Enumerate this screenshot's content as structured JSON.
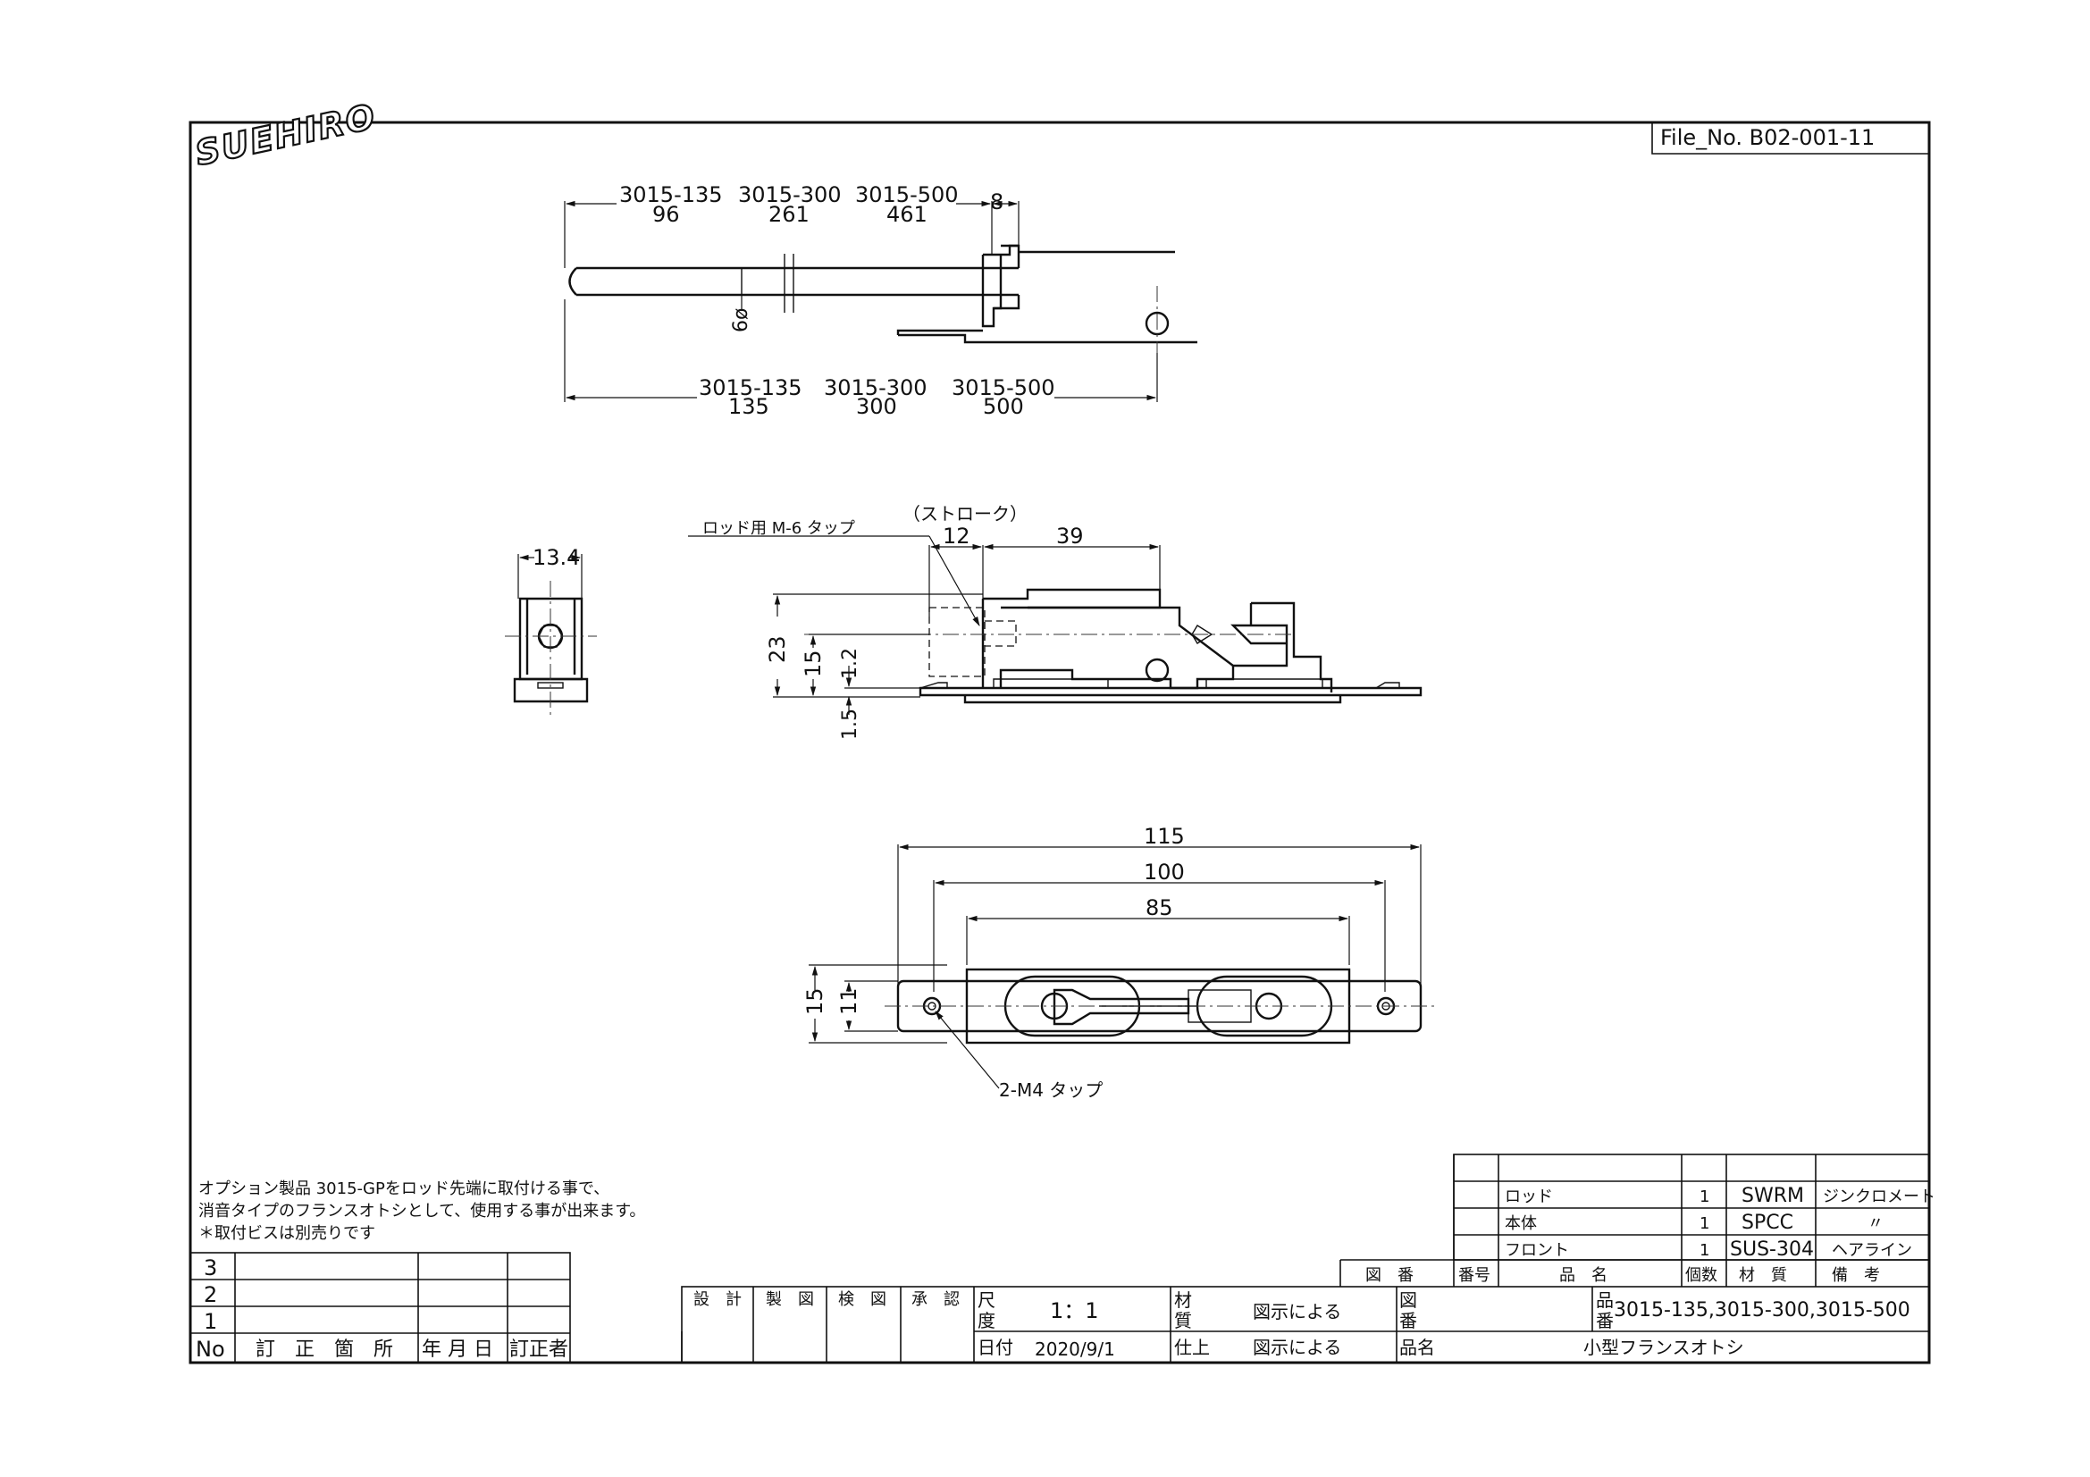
{
  "title_block": {
    "file_no": "File_No. B02-001-11",
    "logo_text": "SUEHIRO",
    "parts_header": {
      "zuban": "図　番",
      "bango": "番号",
      "hinmei": "品　名",
      "kosu": "個数",
      "zaishitsu": "材　質",
      "biko": "備　考"
    },
    "parts": [
      {
        "name": "ロッド",
        "qty": "1",
        "material": "SWRM",
        "note": "ジンクロメート"
      },
      {
        "name": "本体",
        "qty": "1",
        "material": "SPCC",
        "note": "〃"
      },
      {
        "name": "フロント",
        "qty": "1",
        "material": "SUS-304",
        "note": "ヘアライン"
      }
    ],
    "approvals": [
      "設　計",
      "製　図",
      "検　図",
      "承　認"
    ],
    "scale_label_1": "尺",
    "scale_label_2": "度",
    "scale_value": "1：1",
    "date_label": "日付",
    "date_value": "2020/9/1",
    "material_label_1": "材",
    "material_label_2": "質",
    "material_value": "図示による",
    "finish_label": "仕上",
    "finish_value": "図示による",
    "drawing_no_label_1": "図",
    "drawing_no_label_2": "番",
    "part_no_label_1": "品",
    "part_no_label_2": "番",
    "part_no_value": "3015-135,3015-300,3015-500",
    "product_name_label": "品名",
    "product_name_value": "小型フランスオトシ"
  },
  "revisions": {
    "rows": [
      "3",
      "2",
      "1"
    ],
    "header": {
      "no": "No",
      "location": "訂　正　箇　所",
      "date": "年 月 日",
      "corrector": "訂正者"
    }
  },
  "notes": [
    "オプション製品 3015-GPをロッド先端に取付ける事で、",
    "消音タイプのフランスオトシとして、使用する事が出来ます。",
    "＊取付ビスは別売りです"
  ],
  "top_view": {
    "rod_dims": [
      {
        "model": "3015-135",
        "value": "96"
      },
      {
        "model": "3015-300",
        "value": "261"
      },
      {
        "model": "3015-500",
        "value": "461"
      }
    ],
    "offset_dim": "8",
    "diameter": "6ø",
    "total_dims": [
      {
        "model": "3015-135",
        "value": "135"
      },
      {
        "model": "3015-300",
        "value": "300"
      },
      {
        "model": "3015-500",
        "value": "500"
      }
    ]
  },
  "side_view": {
    "width_dim": "13.4",
    "tap_label": "ロッド用 M-6 タップ",
    "stroke_label": "（ストローク）",
    "dim_12": "12",
    "dim_39": "39",
    "dim_23": "23",
    "dim_15": "15",
    "dim_1_2": "1.2",
    "dim_1_5": "1.5"
  },
  "front_view": {
    "dim_115": "115",
    "dim_100": "100",
    "dim_85": "85",
    "dim_15": "15",
    "dim_11": "11",
    "tap_label": "2-M4 タップ"
  }
}
